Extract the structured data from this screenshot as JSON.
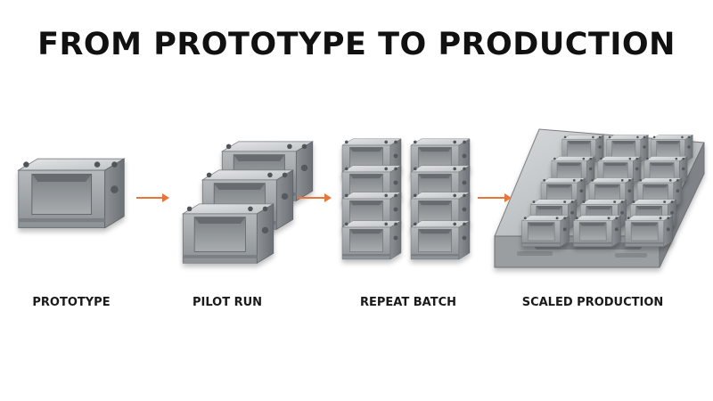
{
  "title": "FROM PROTOTYPE TO PRODUCTION",
  "stages": [
    {
      "label": "PROTOTYPE",
      "part_count": 1
    },
    {
      "label": "PILOT RUN",
      "part_count": 3
    },
    {
      "label": "REPEAT BATCH",
      "part_count": 8
    },
    {
      "label": "SCALED PRODUCTION",
      "part_count": 15
    }
  ],
  "colors": {
    "arrow": "#e8763a",
    "metal_light": "#cfd2d4",
    "metal_mid": "#a7abae",
    "metal_dark": "#6f7477",
    "text": "#111111"
  },
  "icons": {
    "arrow": "arrow-right-icon",
    "part": "machined-block-icon"
  }
}
